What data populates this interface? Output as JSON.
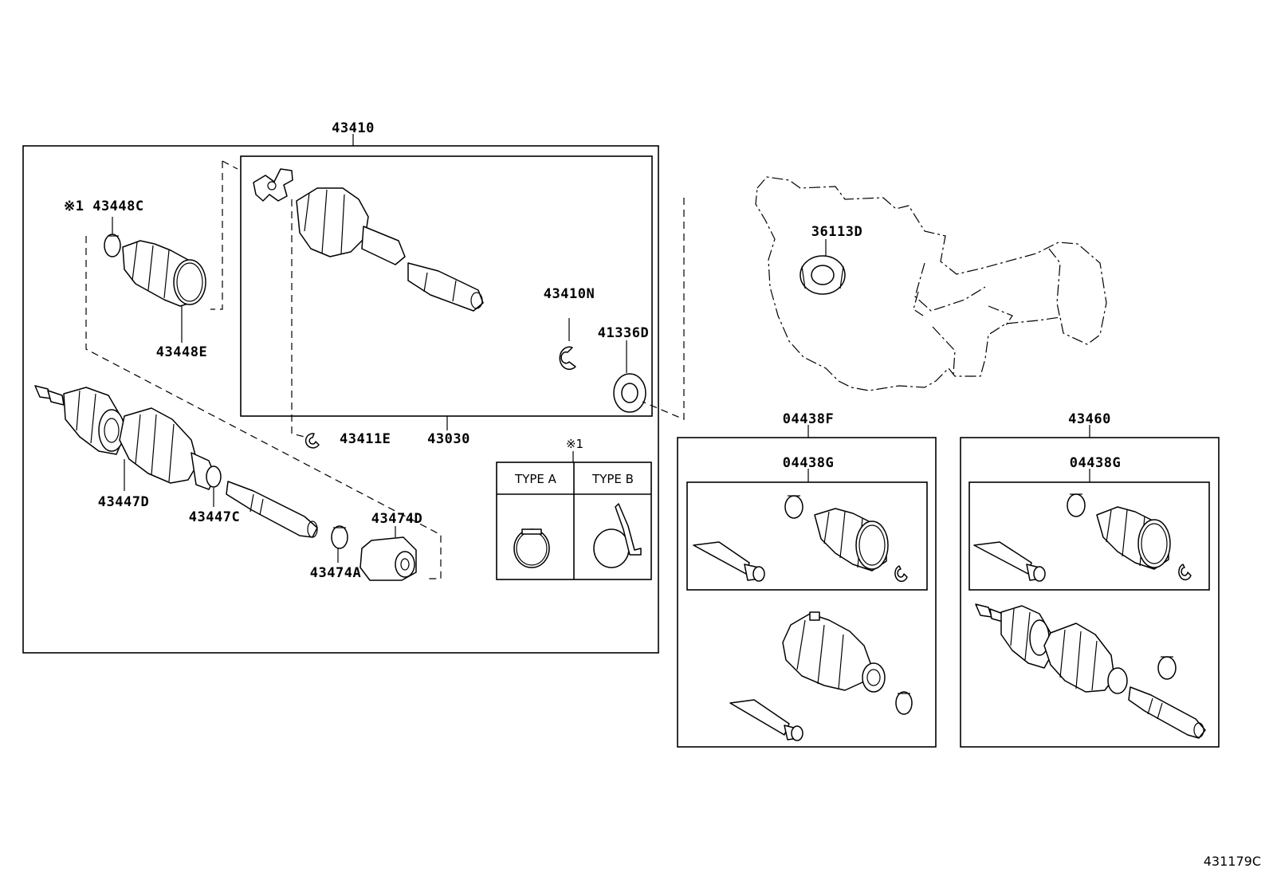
{
  "labels": {
    "assembly_main": "43410",
    "inner_joint": "43030",
    "boot_clamp_c": "※1 43448C",
    "boot_clamp_e": "43448E",
    "snap_ring_n": "43410N",
    "oil_seal": "41336D",
    "snap_ring_e": "43411E",
    "outer_clamp_d": "43447D",
    "outer_clamp_c": "43447C",
    "damper": "43474D",
    "damper_clamp": "43474A",
    "note_mark": "※1",
    "type_a": "TYPE A",
    "type_b": "TYPE B",
    "bearing": "36113D",
    "kit_f": "04438F",
    "kit_g_left": "04438G",
    "assembly_43460": "43460",
    "kit_g_right": "04438G",
    "diagram_code": "431179C"
  },
  "icons": {
    "shaft_assembly": "drive-shaft-icon",
    "transmission": "transmission-housing-icon",
    "boot": "cv-boot-icon",
    "grease_tube": "grease-tube-icon",
    "clamp": "boot-clamp-icon"
  }
}
